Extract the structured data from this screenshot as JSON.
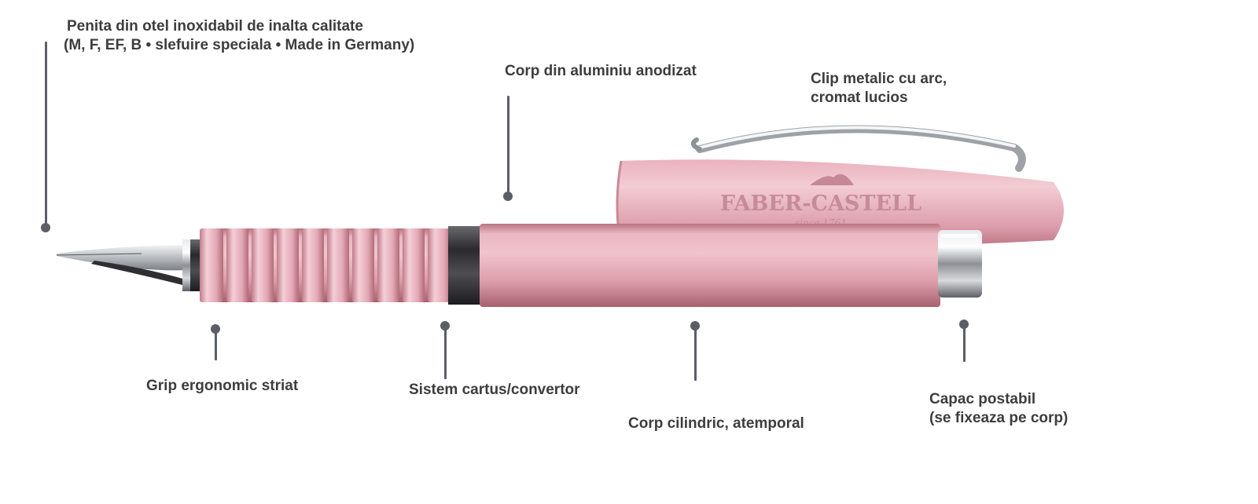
{
  "callouts": {
    "nib": {
      "line1": "Penita din otel inoxidabil de inalta calitate",
      "line2": "(M, F, EF, B • slefuire speciala • Made in Germany)"
    },
    "body_material": {
      "line1": "Corp din aluminiu anodizat"
    },
    "clip": {
      "line1": "Clip metalic cu arc,",
      "line2": "cromat lucios"
    },
    "grip": {
      "line1": "Grip ergonomic striat"
    },
    "cartridge": {
      "line1": "Sistem cartus/convertor"
    },
    "barrel": {
      "line1": "Corp cilindric, atemporal"
    },
    "cap": {
      "line1": "Capac postabil",
      "line2": "(se fixeaza pe corp)"
    }
  },
  "brand": {
    "name": "FABER-CASTELL",
    "since": "since 1761"
  },
  "colors": {
    "pen_pink": "#d99aa8",
    "chrome": "#bfc1c4",
    "leader": "#5b5e66",
    "text": "#3d3d3d"
  }
}
